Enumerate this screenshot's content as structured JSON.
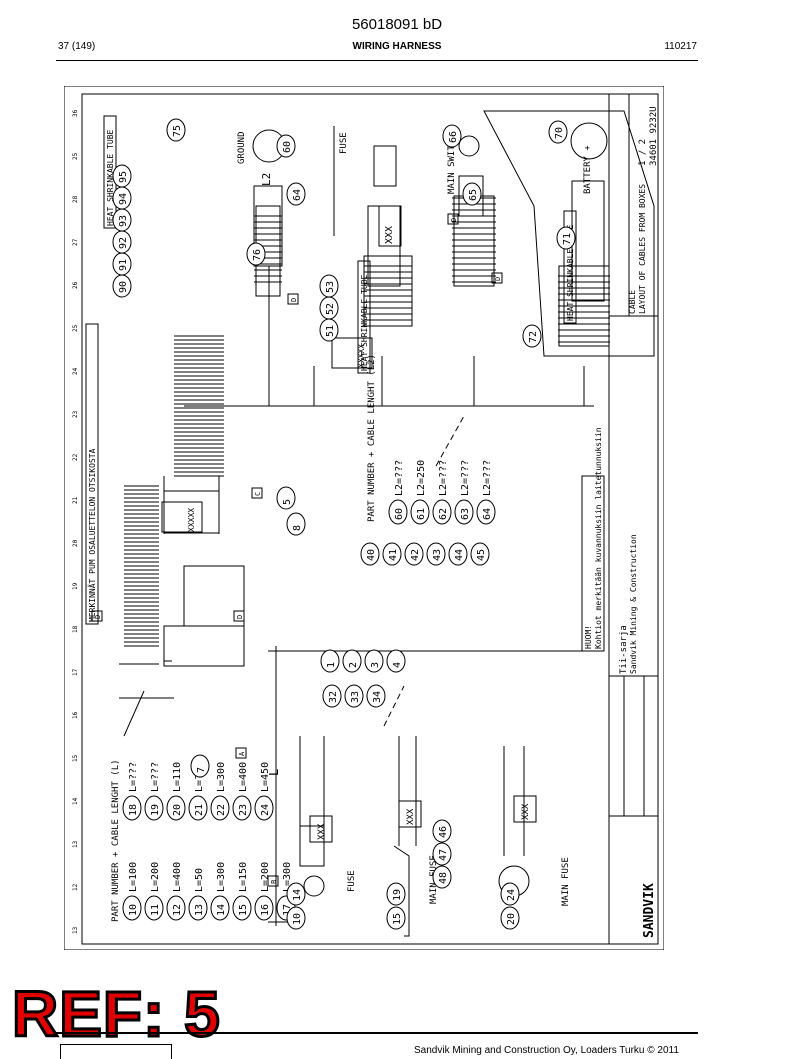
{
  "header": {
    "doc_id": "56018091 bD",
    "page": "37 (149)",
    "title": "WIRING HARNESS",
    "date": "110217"
  },
  "stamp": "REF: 5",
  "footer": {
    "copyright": "Sandvik Mining and Construction Oy, Loaders Turku © 2011"
  },
  "drawing": {
    "ruler_numbers": [
      "13",
      "12",
      "13",
      "14",
      "15",
      "16",
      "17",
      "18",
      "19",
      "20",
      "21",
      "22",
      "23",
      "24",
      "25",
      "26",
      "27",
      "28",
      "25",
      "36"
    ],
    "left_table": {
      "heading": "PART NUMBER + CABLE LENGHT (L)",
      "rows": [
        {
          "pn": "10",
          "len": "L=100"
        },
        {
          "pn": "11",
          "len": "L=200"
        },
        {
          "pn": "12",
          "len": "L=400"
        },
        {
          "pn": "13",
          "len": "L=50"
        },
        {
          "pn": "14",
          "len": "L=300"
        },
        {
          "pn": "15",
          "len": "L=150"
        },
        {
          "pn": "16",
          "len": "L=200"
        },
        {
          "pn": "17",
          "len": "L=300"
        },
        {
          "pn": "18",
          "len": "L=???"
        },
        {
          "pn": "19",
          "len": "L=???"
        },
        {
          "pn": "20",
          "len": "L=110"
        },
        {
          "pn": "21",
          "len": "L=???"
        },
        {
          "pn": "22",
          "len": "L=300"
        },
        {
          "pn": "23",
          "len": "L=400"
        },
        {
          "pn": "24",
          "len": "L=450"
        }
      ],
      "flag_b": "B",
      "flag_a": "A"
    },
    "mid_table": {
      "heading": "PART NUMBER + CABLE LENGHT (L2)",
      "rows": [
        {
          "pn": "60",
          "len": "L2=???"
        },
        {
          "pn": "61",
          "len": "L2=250"
        },
        {
          "pn": "62",
          "len": "L2=???"
        },
        {
          "pn": "63",
          "len": "L2=???"
        },
        {
          "pn": "64",
          "len": "L2=???"
        }
      ]
    },
    "labels": {
      "ground": "GROUND",
      "fuse": "FUSE",
      "main_switch": "MAIN SWITCH",
      "battery": "BATTERY +",
      "heat_tube": "HEAT SHRINKABLE TUBE",
      "marking": "MERKINNÄT PUM OSALUETTELON OTSIKOSTA",
      "main_fuse": "MAIN FUSE",
      "xxx": "XXX",
      "xxxxx": "XXXXX",
      "l": "L",
      "l2": "L2",
      "flag_d": "D",
      "flag_c": "C",
      "note_title": "HUOM!",
      "note_text": "Kohtiot merkitään kuvannuksiin laitetunnuksiin",
      "company_a": "Tii-sarja",
      "company_b": "Sandvik Mining & Construction",
      "sandvik": "SANDVIK",
      "sheet": "1 / 2",
      "cable": "CABLE",
      "cable_title": "LAYOUT OF CABLES FROM BOXES",
      "drawing_no": "34601 9232U"
    },
    "balloons": {
      "b90": "90",
      "b91": "91",
      "b92": "92",
      "b93": "93",
      "b94": "94",
      "b95": "95",
      "b75": "75",
      "b76": "76",
      "b60": "60",
      "b64": "64",
      "b51": "51",
      "b52": "52",
      "b53": "53",
      "b66": "66",
      "b65": "65",
      "b70": "70",
      "b71": "71",
      "b72": "72",
      "b5": "5",
      "b8": "8",
      "b40": "40",
      "b41": "41",
      "b42": "42",
      "b43": "43",
      "b44": "44",
      "b45": "45",
      "b1": "1",
      "b2": "2",
      "b3": "3",
      "b4": "4",
      "b32": "32",
      "b33": "33",
      "b34": "34",
      "b7": "7",
      "b46": "46",
      "b47": "47",
      "b48": "48",
      "b10": "10",
      "b14": "14",
      "b15": "15",
      "b19": "19",
      "b20": "20",
      "b24": "24"
    }
  }
}
